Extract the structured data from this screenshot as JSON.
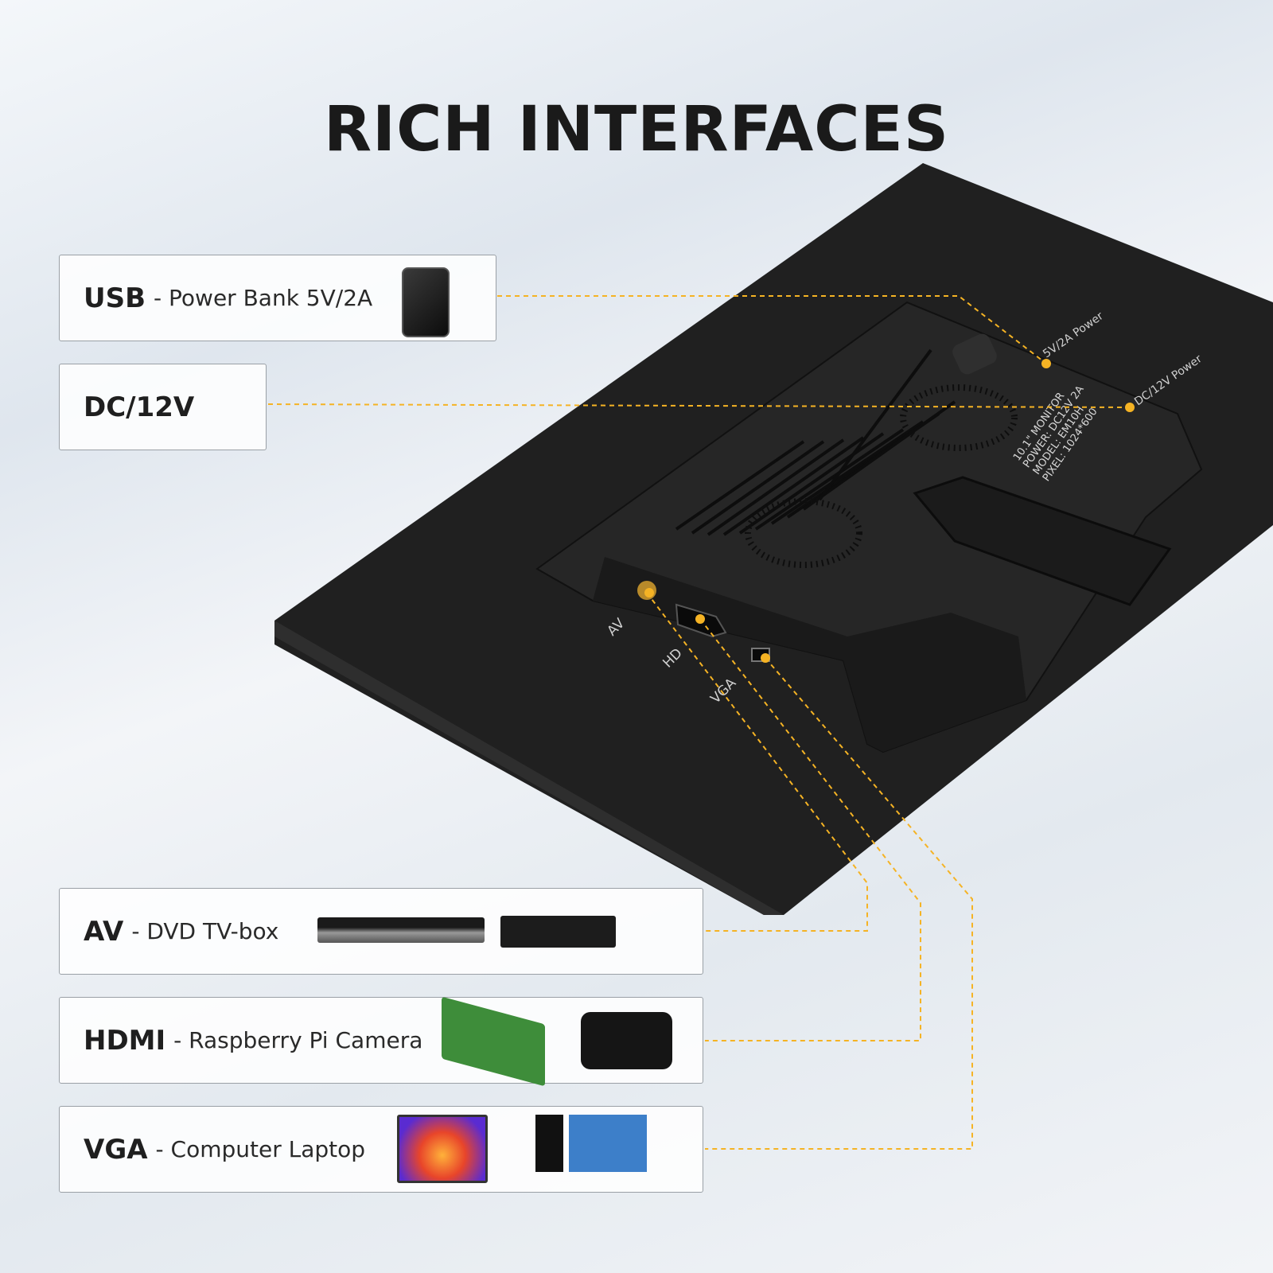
{
  "title": "RICH INTERFACES",
  "interfaces": [
    {
      "name": "USB",
      "description": "- Power Bank 5V/2A",
      "devices": [
        "power-bank"
      ]
    },
    {
      "name": "DC/12V",
      "description": "",
      "devices": []
    },
    {
      "name": "AV",
      "description": "- DVD TV-box",
      "devices": [
        "dvd-player",
        "tv-box"
      ]
    },
    {
      "name": "HDMI",
      "description": "- Raspberry Pi  Camera",
      "devices": [
        "raspberry-pi",
        "camera"
      ]
    },
    {
      "name": "VGA",
      "description": "- Computer Laptop",
      "devices": [
        "laptop",
        "desktop-computer"
      ]
    }
  ],
  "monitor": {
    "ports": [
      "AV",
      "HD",
      "VGA"
    ],
    "label_lines": [
      "10.1\" MONITOR",
      "POWER: DC12V 2A",
      "MODEL: EM10H",
      "PIXEL: 1024*600"
    ],
    "side_labels": [
      "5V/2A Power",
      "DC/12V Power"
    ]
  },
  "colors": {
    "accent": "#f5b324",
    "monitor": "#1e1e1e",
    "text": "#1f1f1f"
  }
}
